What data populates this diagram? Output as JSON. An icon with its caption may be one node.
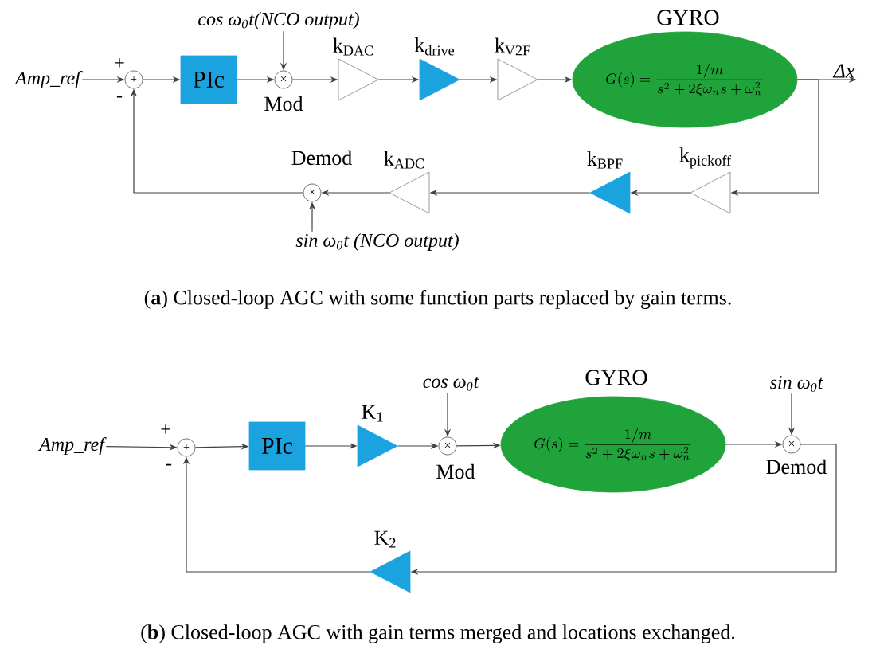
{
  "diagram": {
    "nodes": [
      {
        "text": [
          "Amp_ref"
        ]
      },
      {
        "text": [
          "+"
        ],
        "beside": [
          "+",
          "-"
        ]
      },
      {
        "text": [
          "PIc"
        ]
      },
      {
        "text": [
          "×"
        ],
        "beside": [
          "Mod"
        ]
      },
      {
        "text": [
          "cos ω$_{0}$t(NCO output)"
        ]
      },
      {
        "text": [
          "k$_{DAC}$"
        ]
      },
      {
        "text": [
          "k$_{drive}$"
        ]
      },
      {
        "text": [
          "k$_{V2F}$"
        ]
      },
      {
        "text": [
          "GYRO",
          "G(s) = \\frac{1/m}{s^{2} + 2\\xi\\omega_{n}s + \\omega_{n}^{2}}"
        ]
      },
      {
        "text": [
          "Δx"
        ]
      },
      {
        "text": [
          "k$_{pickoff}$"
        ]
      },
      {
        "text": [
          "k$_{BPF}$"
        ]
      },
      {
        "text": [
          "k$_{ADC}$"
        ]
      },
      {
        "text": [
          "×"
        ],
        "beside": [
          "Demod"
        ]
      },
      {
        "text": [
          "sin ω$_{0}$t (NCO output)"
        ]
      },
      {
        "text": [
          "Amp_ref"
        ]
      },
      {
        "text": [
          "+"
        ],
        "beside": [
          "+",
          "-"
        ]
      },
      {
        "text": [
          "PIc"
        ]
      },
      {
        "text": [
          "K$_{1}$"
        ]
      },
      {
        "text": [
          "×"
        ],
        "beside": [
          "Mod"
        ]
      },
      {
        "text": [
          "cos ω$_{0}$t"
        ]
      },
      {
        "text": [
          "GYRO",
          "G(s) = \\frac{1/m}{s^{2} + 2\\xi\\omega_{n}s + \\omega_{n}^{2}}"
        ]
      },
      {
        "text": [
          "×"
        ],
        "beside": [
          "Demod"
        ]
      },
      {
        "text": [
          "sin ω$_{0}$t"
        ]
      },
      {
        "text": [
          "K$_{2}$"
        ]
      }
    ],
    "edges": [
      {
        "from": 0,
        "to": 1,
        "arrow": "to"
      },
      {
        "from": 1,
        "to": 2,
        "arrow": "to"
      },
      {
        "from": 2,
        "to": 3,
        "arrow": "to"
      },
      {
        "from": 4,
        "to": 3,
        "arrow": "to"
      },
      {
        "from": 3,
        "to": 5,
        "arrow": "to"
      },
      {
        "from": 5,
        "to": 6,
        "arrow": "to"
      },
      {
        "from": 6,
        "to": 7,
        "arrow": "to"
      },
      {
        "from": 7,
        "to": 8,
        "arrow": "to"
      },
      {
        "from": 8,
        "to": 9,
        "arrow": "to"
      },
      {
        "from": 8,
        "to": 10,
        "arrow": "to"
      },
      {
        "from": 10,
        "to": 11,
        "arrow": "to"
      },
      {
        "from": 11,
        "to": 12,
        "arrow": "to"
      },
      {
        "from": 12,
        "to": 13,
        "arrow": "to"
      },
      {
        "from": 14,
        "to": 13,
        "arrow": "to"
      },
      {
        "from": 13,
        "to": 1,
        "arrow": "to"
      },
      {
        "from": 15,
        "to": 16,
        "arrow": "to"
      },
      {
        "from": 16,
        "to": 17,
        "arrow": "to"
      },
      {
        "from": 17,
        "to": 18,
        "arrow": "to"
      },
      {
        "from": 18,
        "to": 19,
        "arrow": "to"
      },
      {
        "from": 20,
        "to": 19,
        "arrow": "to"
      },
      {
        "from": 19,
        "to": 21,
        "arrow": "to"
      },
      {
        "from": 21,
        "to": 22,
        "arrow": "to"
      },
      {
        "from": 23,
        "to": 22,
        "arrow": "to"
      },
      {
        "from": 22,
        "to": 24,
        "arrow": "to"
      },
      {
        "from": 24,
        "to": 16,
        "arrow": "to"
      }
    ],
    "labels": [
      "(**a**) Closed-loop AGC with some function parts replaced by gain terms.",
      "(**b**) Closed-loop AGC with gain terms merged and locations exchanged."
    ]
  }
}
